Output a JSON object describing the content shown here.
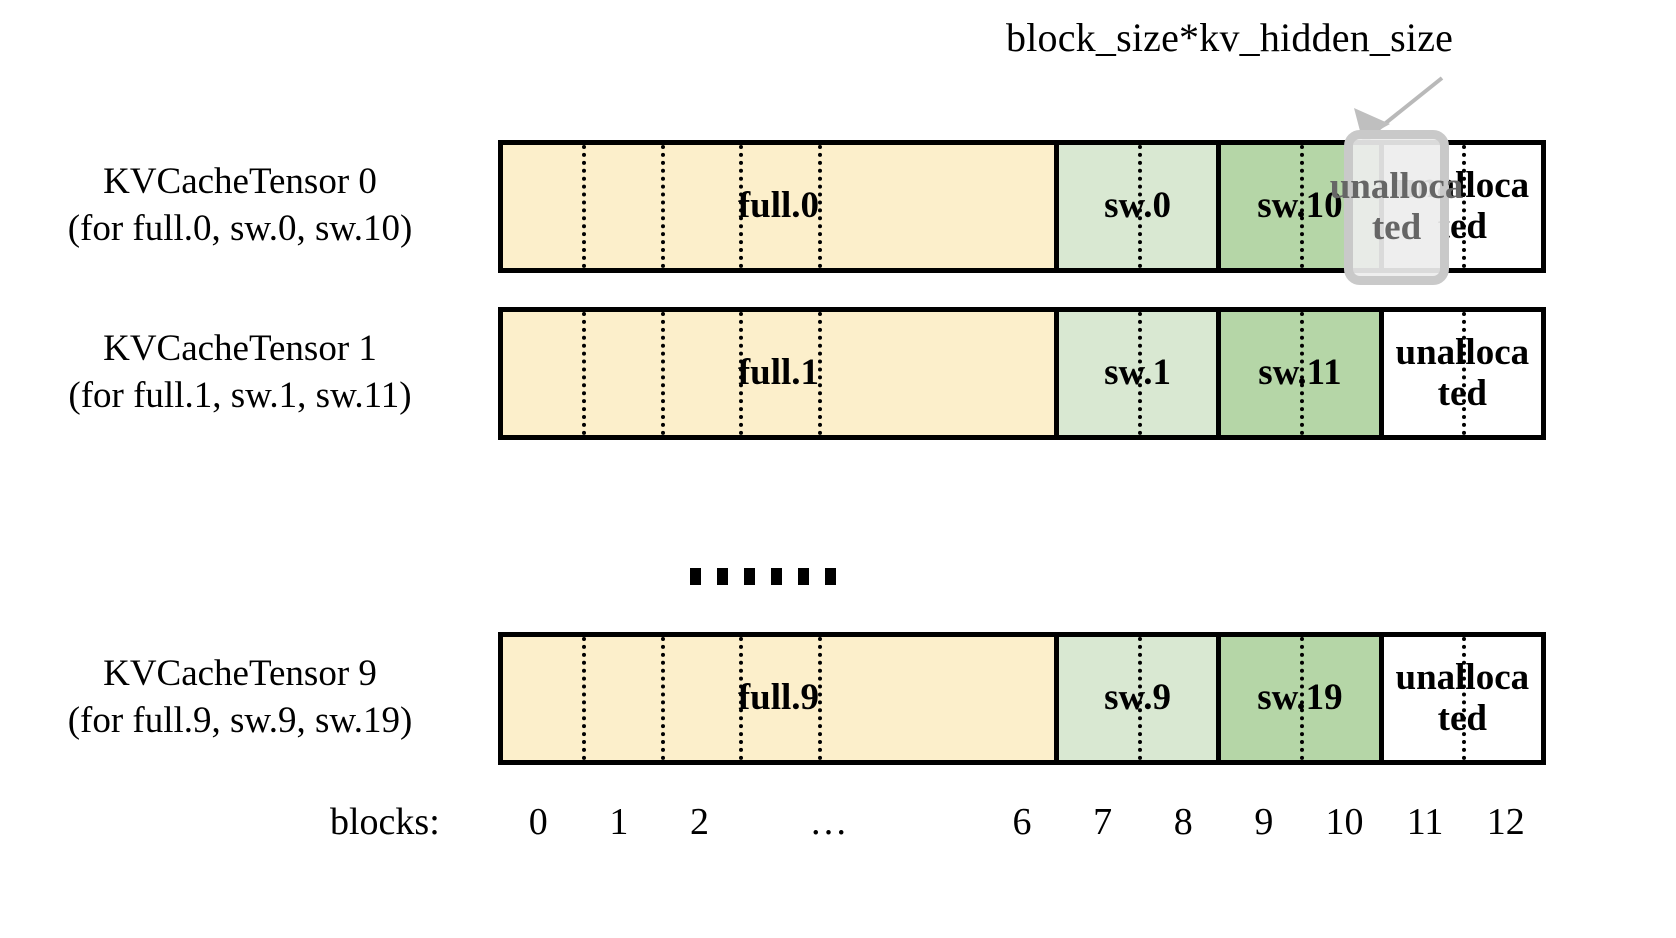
{
  "diagram": {
    "title_annotation": "block_size*kv_hidden_size",
    "annotation_icon": "arrow-pointer-icon",
    "ellipsis_marker": "……",
    "colors": {
      "full_block": "#FCEFCB",
      "sw_block": "#D9E8D2",
      "sw_alt_block": "#B5D6A7",
      "unallocated_block": "#FFFFFF",
      "outline": "#000000",
      "highlight_border": "#C9C9C9",
      "highlight_fill": "#EDEDED",
      "highlight_text": "#666666"
    },
    "rows": [
      {
        "label_line1": "KVCacheTensor 0",
        "label_line2": "(for full.0, sw.0, sw.10)",
        "segments": [
          {
            "name": "full.0",
            "kind": "full",
            "blocks": 7
          },
          {
            "name": "sw.0",
            "kind": "sw",
            "blocks": 2
          },
          {
            "name": "sw.10",
            "kind": "sw_alt",
            "blocks": 2
          },
          {
            "name": "unalloca ted",
            "kind": "unallocated",
            "blocks": 2
          }
        ],
        "highlighted_segment": "unalloca ted"
      },
      {
        "label_line1": "KVCacheTensor 1",
        "label_line2": "(for full.1, sw.1, sw.11)",
        "segments": [
          {
            "name": "full.1",
            "kind": "full",
            "blocks": 7
          },
          {
            "name": "sw.1",
            "kind": "sw",
            "blocks": 2
          },
          {
            "name": "sw.11",
            "kind": "sw_alt",
            "blocks": 2
          },
          {
            "name": "unalloca ted",
            "kind": "unallocated",
            "blocks": 2
          }
        ],
        "highlighted_segment": null
      },
      {
        "label_line1": "KVCacheTensor 9",
        "label_line2": "(for full.9, sw.9, sw.19)",
        "segments": [
          {
            "name": "full.9",
            "kind": "full",
            "blocks": 7
          },
          {
            "name": "sw.9",
            "kind": "sw",
            "blocks": 2
          },
          {
            "name": "sw.19",
            "kind": "sw_alt",
            "blocks": 2
          },
          {
            "name": "unalloca ted",
            "kind": "unallocated",
            "blocks": 2
          }
        ],
        "highlighted_segment": null
      }
    ],
    "axis": {
      "title": "blocks:",
      "ticks": [
        "0",
        "1",
        "2",
        "…",
        "6",
        "7",
        "8",
        "9",
        "10",
        "11",
        "12"
      ]
    }
  }
}
